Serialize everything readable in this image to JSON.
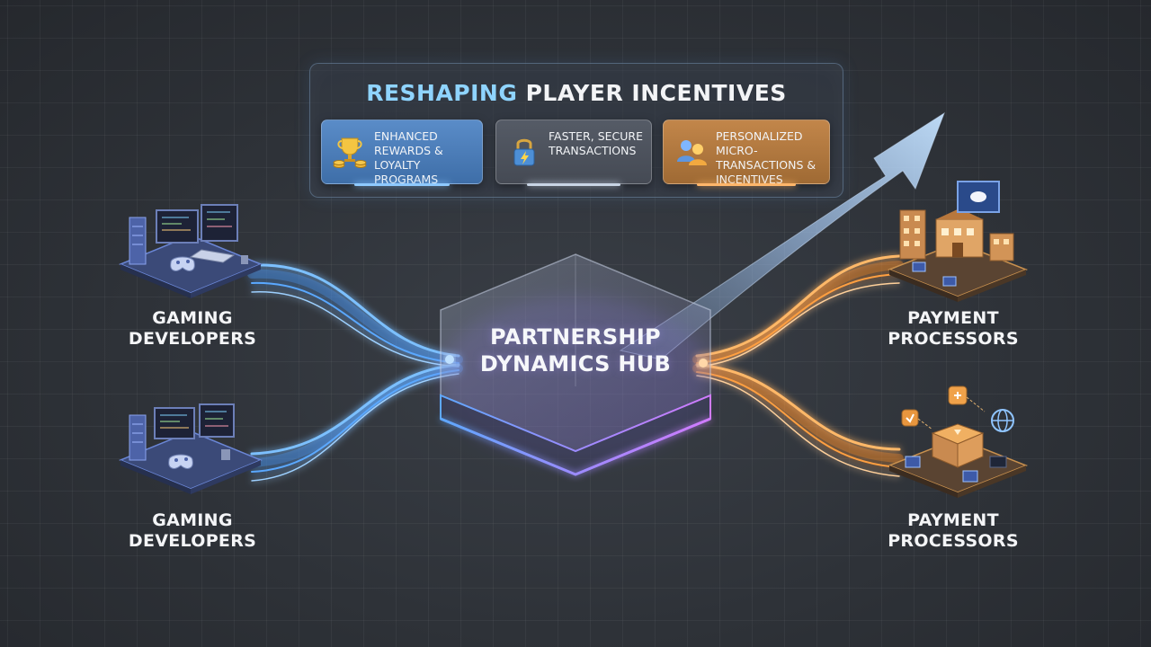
{
  "header": {
    "title_accent": "RESHAPING",
    "title_rest": " PLAYER INCENTIVES"
  },
  "cards": [
    {
      "label": "ENHANCED REWARDS & LOYALTY PROGRAMS",
      "icon": "trophy-coins-icon",
      "color": "#4a7cba"
    },
    {
      "label": "FASTER, SECURE TRANSACTIONS",
      "icon": "lock-lightning-icon",
      "color": "#4e535d"
    },
    {
      "label": "PERSONALIZED MICRO-TRANSACTIONS & INCENTIVES",
      "icon": "users-icon",
      "color": "#b07a40"
    }
  ],
  "hub": {
    "label": "PARTNERSHIP DYNAMICS HUB"
  },
  "left_nodes": [
    {
      "label": "GAMING DEVELOPERS",
      "icon": "developer-workstation-icon"
    },
    {
      "label": "GAMING DEVELOPERS",
      "icon": "developer-workstation-icon"
    }
  ],
  "right_nodes": [
    {
      "label": "PAYMENT PROCESSORS",
      "icon": "payment-buildings-icon"
    },
    {
      "label": "PAYMENT PROCESSORS",
      "icon": "payment-network-icon"
    }
  ],
  "colors": {
    "background": "#2e3238",
    "blue_flow": "#6fb6ff",
    "orange_flow": "#ffab55",
    "hub_glow": "#b58cff",
    "arrow": "#a9d2ff"
  }
}
